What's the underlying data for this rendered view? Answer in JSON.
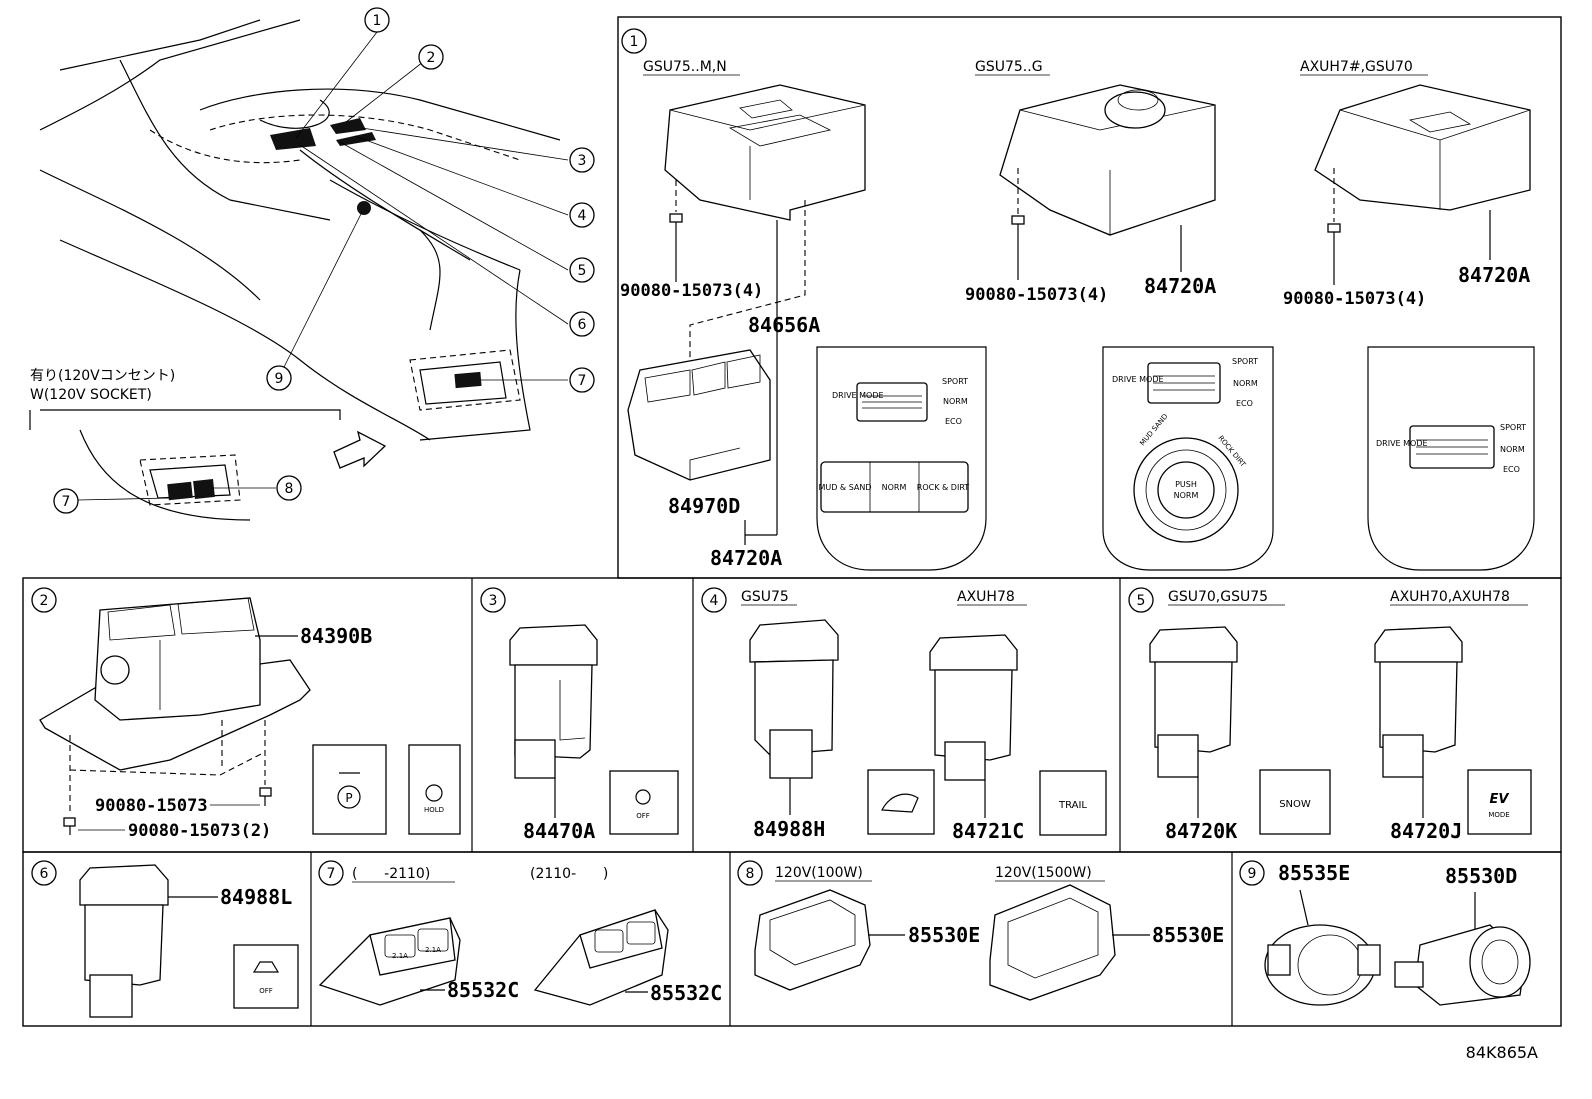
{
  "code": "84K865A",
  "overview": {
    "callouts": [
      "1",
      "2",
      "3",
      "4",
      "5",
      "6",
      "7",
      "9"
    ],
    "socket_note_jp": "有り(120Vコンセント)",
    "socket_note_en": "W(120V SOCKET)",
    "socket_callouts": [
      "7",
      "8"
    ]
  },
  "sec1": {
    "num": "1",
    "variants": [
      "GSU75..M,N",
      "GSU75..G",
      "AXUH7#,GSU70"
    ],
    "bolts": [
      "90080-15073(4)",
      "90080-15073(4)",
      "90080-15073(4)"
    ],
    "parts": [
      "84720A",
      "84720A",
      "84656A",
      "84970D",
      "84720A"
    ],
    "panel1": {
      "drive_mode": "DRIVE MODE",
      "sport": "SPORT",
      "norm": "NORM",
      "eco": "ECO",
      "btn1": "MUD & SAND",
      "btn2": "NORM",
      "btn3": "ROCK & DIRT"
    },
    "panel2": {
      "drive_mode": "DRIVE MODE",
      "sport": "SPORT",
      "norm": "NORM",
      "eco": "ECO",
      "left": "MUD SAND",
      "right": "ROCK DIRT",
      "push": "PUSH",
      "center": "NORM"
    },
    "panel3": {
      "drive_mode": "DRIVE MODE",
      "sport": "SPORT",
      "norm": "NORM",
      "eco": "ECO"
    }
  },
  "sec2": {
    "num": "2",
    "part": "84390B",
    "bolt1": "90080-15073",
    "bolt2": "90080-15073(2)",
    "hold": "HOLD"
  },
  "sec3": {
    "num": "3",
    "part": "84470A",
    "icon_text": "OFF"
  },
  "sec4": {
    "num": "4",
    "variants": [
      "GSU75",
      "AXUH78"
    ],
    "parts": [
      "84988H",
      "84721C"
    ],
    "icon_text": "TRAIL"
  },
  "sec5": {
    "num": "5",
    "variants": [
      "GSU70,GSU75",
      "AXUH70,AXUH78"
    ],
    "parts": [
      "84720K",
      "84720J"
    ],
    "icon1": "SNOW",
    "icon2_main": "EV",
    "icon2_sub": "MODE"
  },
  "sec6": {
    "num": "6",
    "part": "84988L",
    "icon_text": "OFF"
  },
  "sec7": {
    "num": "7",
    "ranges": [
      "(      -2110)",
      "(2110-      )"
    ],
    "parts": [
      "85532C",
      "85532C"
    ],
    "amp": "2.1A"
  },
  "sec8": {
    "num": "8",
    "variants": [
      "120V(100W)",
      "120V(1500W)"
    ],
    "parts": [
      "85530E",
      "85530E"
    ]
  },
  "sec9": {
    "num": "9",
    "parts": [
      "85535E",
      "85530D"
    ]
  }
}
